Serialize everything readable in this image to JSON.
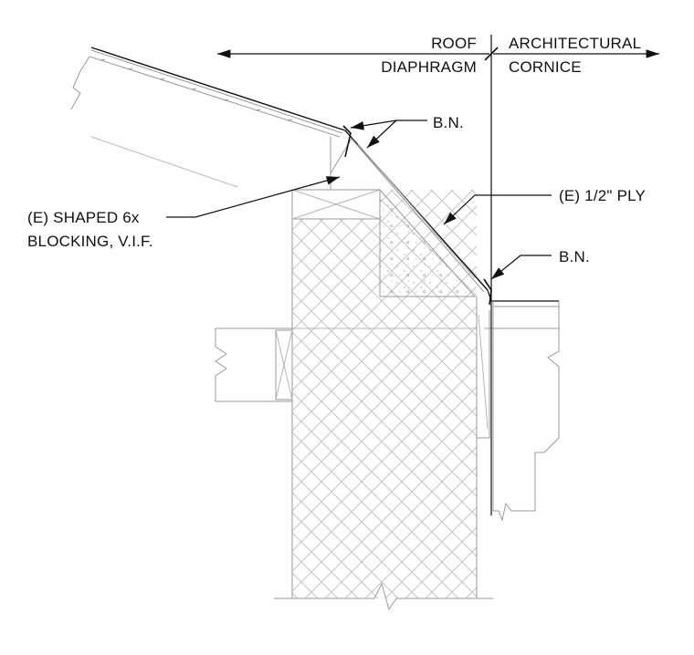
{
  "labels": {
    "roof": "ROOF",
    "diaphragm": "DIAPHRAGM",
    "architectural": "ARCHITECTURAL",
    "cornice": "CORNICE",
    "bn_top": "B.N.",
    "bn_bottom": "B.N.",
    "ply": "(E) 1/2\" PLY",
    "blocking_line1": "(E) SHAPED 6x",
    "blocking_line2": "BLOCKING, V.I.F."
  },
  "colors": {
    "ink": "#111111",
    "linework": "#9a9a9a",
    "hatch": "#c4c4c4",
    "background": "#ffffff"
  }
}
